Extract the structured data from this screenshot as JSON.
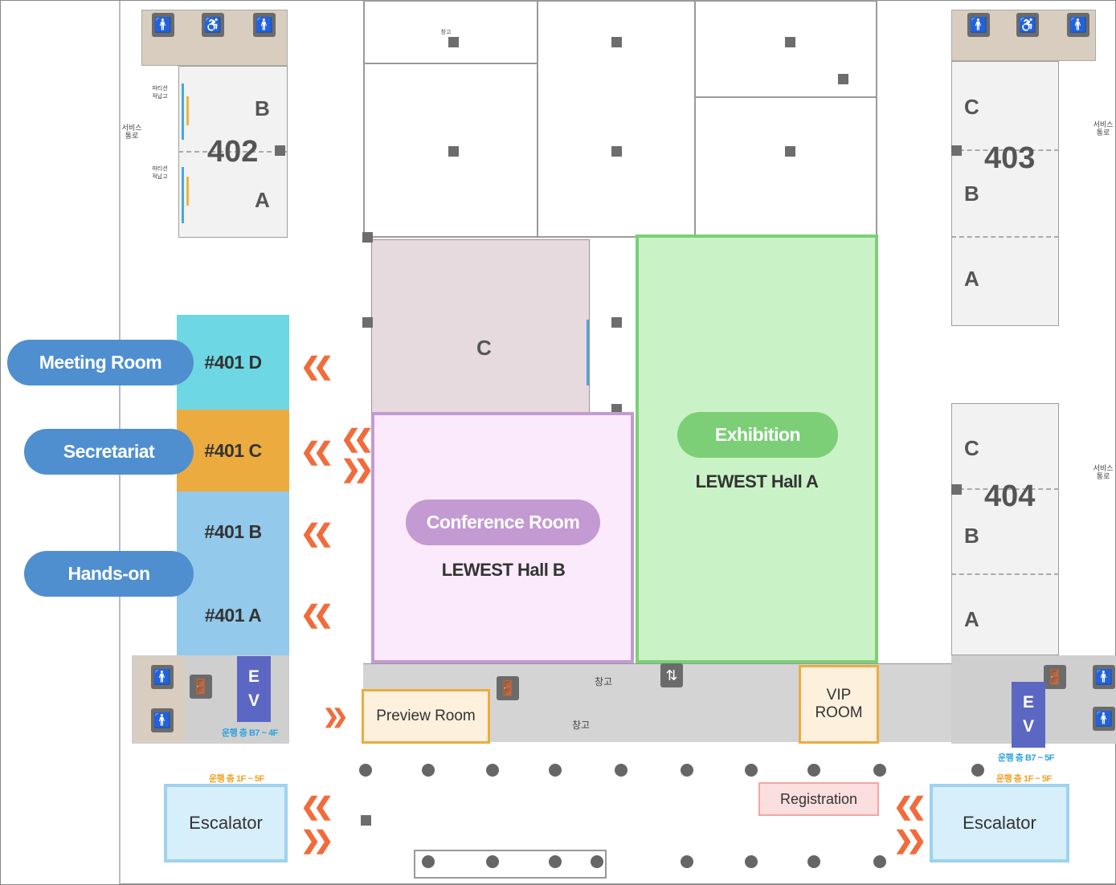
{
  "rooms": {
    "r402": {
      "number": "402",
      "parts": [
        "B",
        "A"
      ]
    },
    "r403": {
      "number": "403",
      "parts": [
        "C",
        "B",
        "A"
      ]
    },
    "r404": {
      "number": "404",
      "parts": [
        "C",
        "B",
        "A"
      ]
    },
    "hallC": {
      "label": "C"
    },
    "r401d": {
      "label": "#401 D",
      "color": "#6dd7e3"
    },
    "r401c": {
      "label": "#401 C",
      "color": "#ecab3f"
    },
    "r401b": {
      "label": "#401 B",
      "color": "#93c9ea"
    },
    "r401a": {
      "label": "#401 A",
      "color": "#93c9ea"
    }
  },
  "tags": {
    "meeting_room": "Meeting Room",
    "secretariat": "Secretariat",
    "hands_on": "Hands-on",
    "tag_color": "#4f8fcf"
  },
  "halls": {
    "hall_a": {
      "badge": "Exhibition",
      "name": "LEWEST Hall A",
      "fill": "#c9f2c6",
      "border": "#7ccf76",
      "badge_color": "#7ccf76"
    },
    "hall_b": {
      "badge": "Conference Room",
      "name": "LEWEST Hall B",
      "fill": "#faeafb",
      "border": "#c39ad2",
      "badge_color": "#c39ad2"
    }
  },
  "facilities": {
    "preview_room": "Preview Room",
    "vip_room": "VIP\nROOM",
    "registration": "Registration",
    "escalator_left": "Escalator",
    "escalator_right": "Escalator"
  },
  "elevators": {
    "ev_letters": [
      "E",
      "V"
    ],
    "left_note": "운행 층 B7 ~ 4F",
    "left_escalator_note": "운행 층 1F ~ 5F",
    "right_note": "운행 층 B7 ~ 5F",
    "right_escalator_note": "운행 층 1F ~ 5F"
  },
  "korean_labels": {
    "storage": "창고",
    "service_passage": "서비스\n통로",
    "partition_storage": "파티션\n적납고"
  },
  "icons": [
    "toilet-icon",
    "wheelchair-icon",
    "emergency-exit-icon",
    "elevator-icon"
  ]
}
